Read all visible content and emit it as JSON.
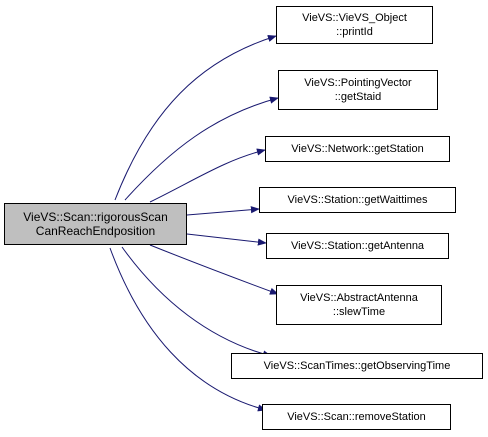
{
  "diagram": {
    "root": {
      "line1": "VieVS::Scan::rigorousScan",
      "line2": "CanReachEndposition"
    },
    "callees": [
      {
        "line1": "VieVS::VieVS_Object",
        "line2": "::printId"
      },
      {
        "line1": "VieVS::PointingVector",
        "line2": "::getStaid"
      },
      {
        "line1": "VieVS::Network::getStation",
        "line2": ""
      },
      {
        "line1": "VieVS::Station::getWaittimes",
        "line2": ""
      },
      {
        "line1": "VieVS::Station::getAntenna",
        "line2": ""
      },
      {
        "line1": "VieVS::AbstractAntenna",
        "line2": "::slewTime"
      },
      {
        "line1": "VieVS::ScanTimes::getObservingTime",
        "line2": ""
      },
      {
        "line1": "VieVS::Scan::removeStation",
        "line2": ""
      }
    ],
    "colors": {
      "edge": "#191970",
      "root_fill": "#bfbfbf",
      "node_fill": "#ffffff",
      "border": "#000000"
    }
  }
}
